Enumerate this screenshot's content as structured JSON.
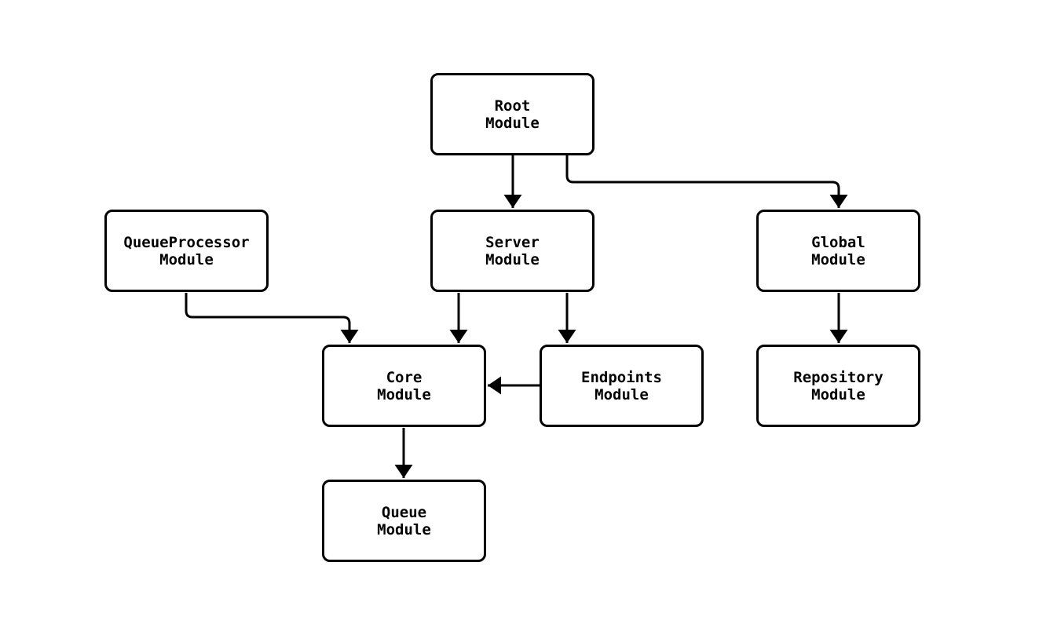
{
  "diagram": {
    "type": "module-dependency-flowchart",
    "colors": {
      "background": "#ffffff",
      "node_fill": "#ffffff",
      "node_border": "#000000",
      "edge": "#000000",
      "text": "#000000"
    },
    "nodes": [
      {
        "id": "root",
        "line1": "Root",
        "line2": "Module"
      },
      {
        "id": "queue-processor",
        "line1": "QueueProcessor",
        "line2": "Module"
      },
      {
        "id": "server",
        "line1": "Server",
        "line2": "Module"
      },
      {
        "id": "global",
        "line1": "Global",
        "line2": "Module"
      },
      {
        "id": "core",
        "line1": "Core",
        "line2": "Module"
      },
      {
        "id": "endpoints",
        "line1": "Endpoints",
        "line2": "Module"
      },
      {
        "id": "repository",
        "line1": "Repository",
        "line2": "Module"
      },
      {
        "id": "queue",
        "line1": "Queue",
        "line2": "Module"
      }
    ],
    "edges": [
      {
        "from": "root",
        "to": "server"
      },
      {
        "from": "root",
        "to": "global"
      },
      {
        "from": "queue-processor",
        "to": "core"
      },
      {
        "from": "server",
        "to": "core"
      },
      {
        "from": "server",
        "to": "endpoints"
      },
      {
        "from": "endpoints",
        "to": "core"
      },
      {
        "from": "global",
        "to": "repository"
      },
      {
        "from": "core",
        "to": "queue"
      }
    ]
  }
}
